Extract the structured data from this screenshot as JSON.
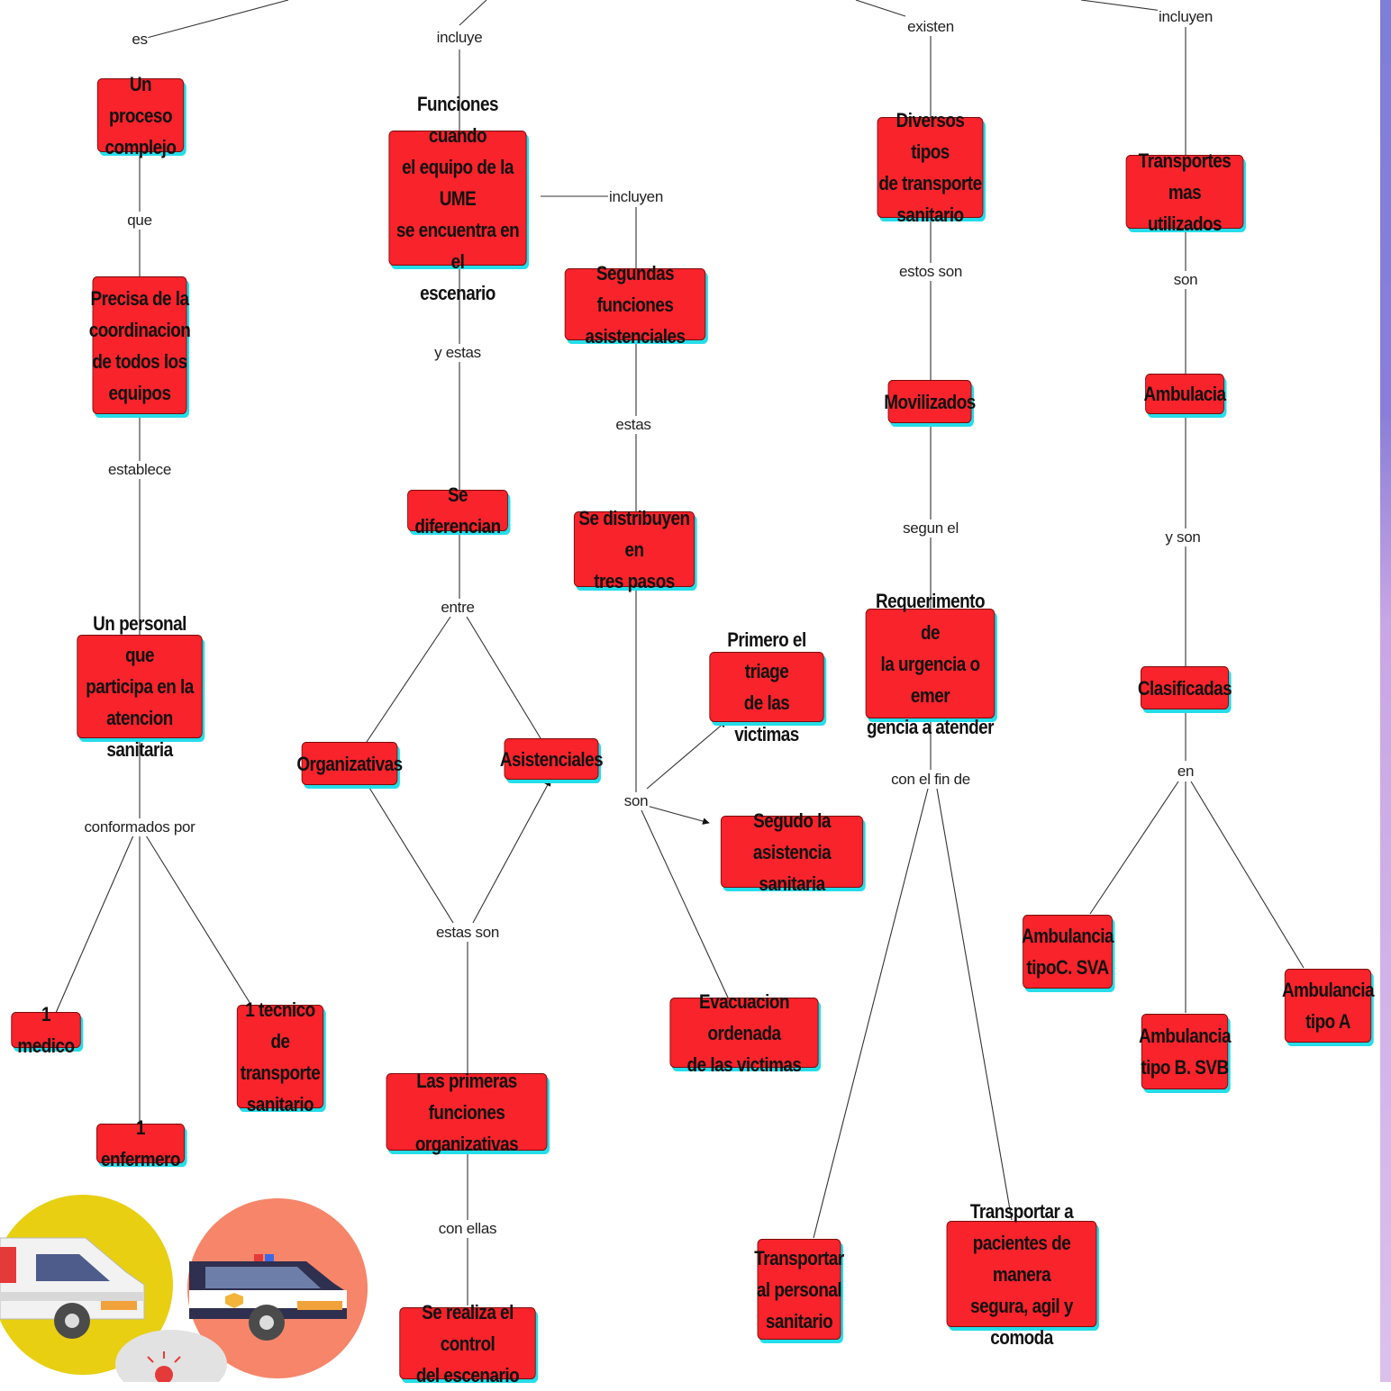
{
  "colors": {
    "node_fill": "#f8232b",
    "node_shadow": "#25dde9",
    "line": "#333333",
    "strip_top": "#7f7fd6",
    "strip_bottom": "#dcc0ec"
  },
  "nodes": {
    "proceso": "Un proceso\ncomplejo",
    "precisa": "Precisa de la\ncoordinacion\nde todos los\nequipos",
    "personal": "Un personal que\nparticipa en la\natencion sanitaria",
    "medico": "1 medico",
    "enfermero": "1 enfermero",
    "tecnico": "1 tecnico de\ntransporte\nsanitario",
    "funciones_ume": "Funciones cuando\nel equipo de la UME\nse encuentra en el\nescenario",
    "segundas": "Segundas funciones\nasistenciales",
    "diferencian": "Se diferencian",
    "distribuyen": "Se distribuyen en\ntres pasos",
    "organizativas": "Organizativas",
    "asistenciales": "Asistenciales",
    "triage": "Primero el triage\nde las victimas",
    "asistencia": "Segudo la asistencia\nsanitaria",
    "evacuacion": "Evacuacion ordenada\nde las victimas",
    "primeras": "Las primeras funciones\norganizativas",
    "control": "Se realiza el control\ndel escenario",
    "diversos": "Diversos tipos\nde transporte\nsanitario",
    "movilizados": "Movilizados",
    "requerimento": "Requerimento de\nla urgencia o emer\ngencia a atender",
    "transportar_personal": "Transportar\nal personal\nsanitario",
    "transportar_pacientes": "Transportar a\npacientes de manera\nsegura, agil y comoda",
    "transportes_mas": "Transportes mas\nutilizados",
    "ambulacia": "Ambulacia",
    "clasificadas": "Clasificadas",
    "amb_c": "Ambulancia\ntipoC. SVA",
    "amb_b": "Ambulancia\ntipo B. SVB",
    "amb_a": "Ambulancia\ntipo A"
  },
  "labels": {
    "es": "es",
    "que": "que",
    "establece": "establece",
    "conformados_por": "conformados por",
    "incluye": "incluye",
    "incluyen_1": "incluyen",
    "y_estas": "y estas",
    "estas": "estas",
    "entre": "entre",
    "estas_son": "estas son",
    "con_ellas": "con ellas",
    "son_1": "son",
    "existen": "existen",
    "estos_son": "estos son",
    "segun_el": "segun el",
    "con_el_fin_de": "con el fin de",
    "incluyen_2": "incluyen",
    "son_2": "son",
    "y_son": "y son",
    "en": "en"
  }
}
